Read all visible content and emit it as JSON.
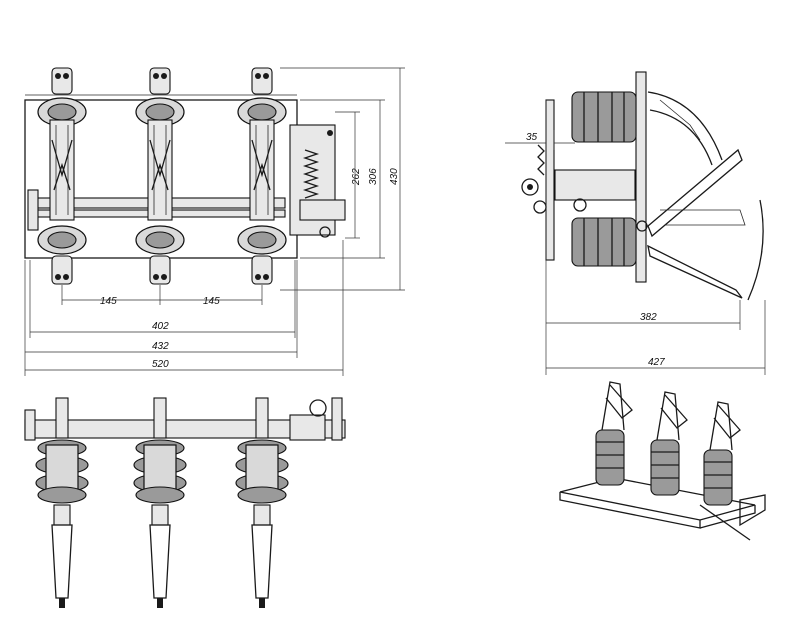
{
  "dimensions": {
    "front_view": {
      "pitch_left": "145",
      "pitch_right": "145",
      "width_402": "402",
      "width_432": "432",
      "width_520": "520",
      "height_262": "262",
      "height_306": "306",
      "height_430": "430"
    },
    "side_view": {
      "offset_35": "35",
      "depth_382": "382",
      "depth_427": "427"
    }
  },
  "colors": {
    "line": "#1a1a1a",
    "insulator": "#d9d9d9",
    "background": "#ffffff"
  }
}
